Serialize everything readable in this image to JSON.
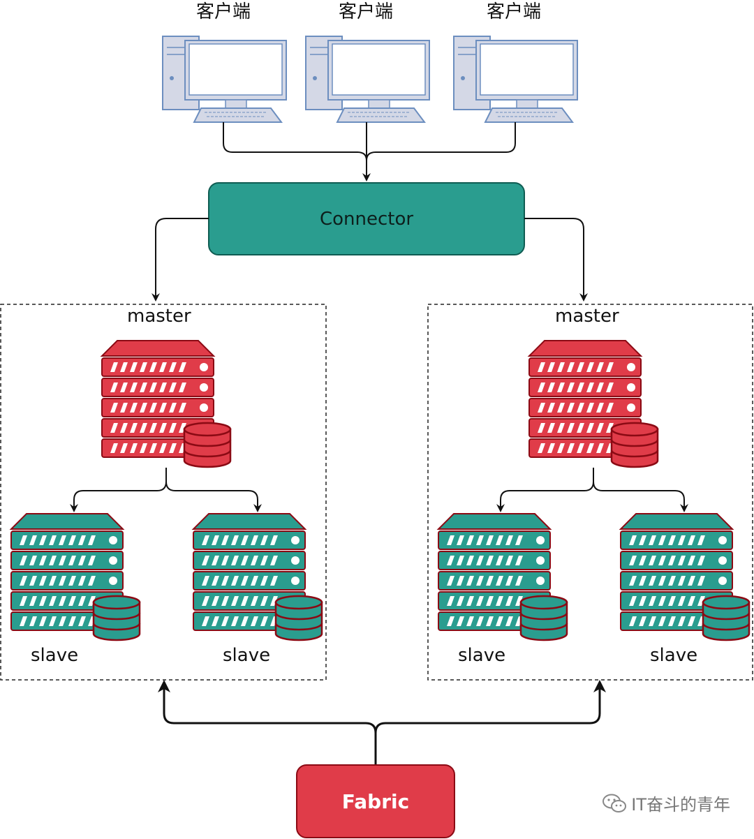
{
  "clients": [
    {
      "label": "客户端"
    },
    {
      "label": "客户端"
    },
    {
      "label": "客户端"
    }
  ],
  "connector": {
    "label": "Connector"
  },
  "clusters": [
    {
      "master_label": "master",
      "slave_labels": [
        "slave",
        "slave"
      ]
    },
    {
      "master_label": "master",
      "slave_labels": [
        "slave",
        "slave"
      ]
    }
  ],
  "fabric": {
    "label": "Fabric"
  },
  "watermark": {
    "text": "IT奋斗的青年",
    "icon": "wechat-icon"
  },
  "colors": {
    "connector_fill": "#2a9d8f",
    "fabric_fill": "#e03c49",
    "master_server": "#e03c49",
    "slave_server": "#2a9d8f",
    "server_outline": "#8b0a14",
    "computer_outline": "#6c8ebf",
    "computer_fill": "#d4d8e6"
  }
}
